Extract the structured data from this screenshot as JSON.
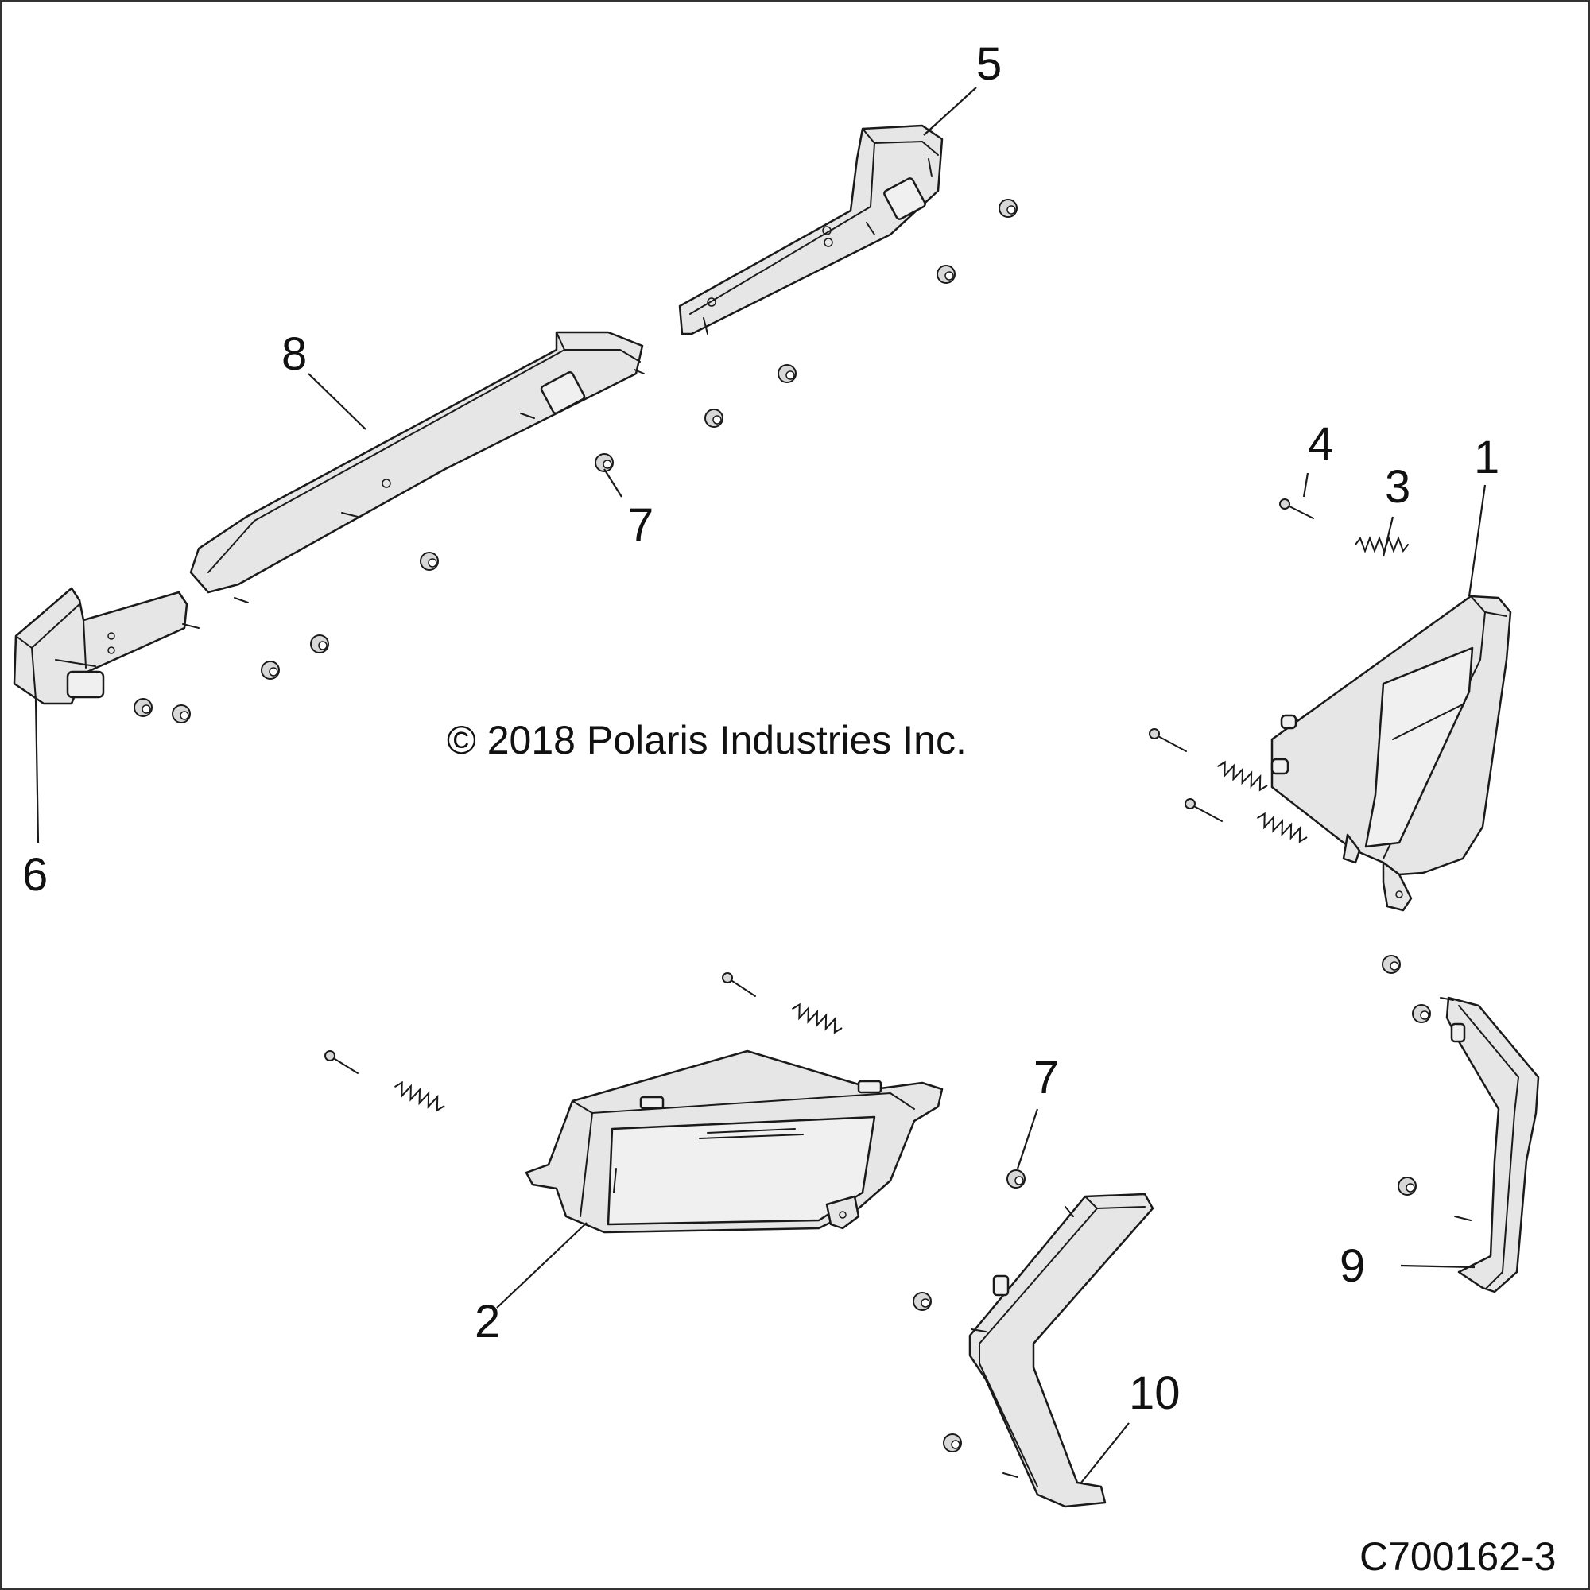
{
  "copyright": "© 2018 Polaris Industries Inc.",
  "diagram_code": "C700162-3",
  "callouts": [
    {
      "id": "1",
      "label": "1"
    },
    {
      "id": "2",
      "label": "2"
    },
    {
      "id": "3",
      "label": "3"
    },
    {
      "id": "4",
      "label": "4"
    },
    {
      "id": "5",
      "label": "5"
    },
    {
      "id": "6",
      "label": "6"
    },
    {
      "id": "7a",
      "label": "7"
    },
    {
      "id": "7b",
      "label": "7"
    },
    {
      "id": "8",
      "label": "8"
    },
    {
      "id": "9",
      "label": "9"
    },
    {
      "id": "10",
      "label": "10"
    }
  ],
  "colors": {
    "line": "#1a1a1a",
    "fill": "#e6e6e6",
    "background": "#ffffff"
  }
}
